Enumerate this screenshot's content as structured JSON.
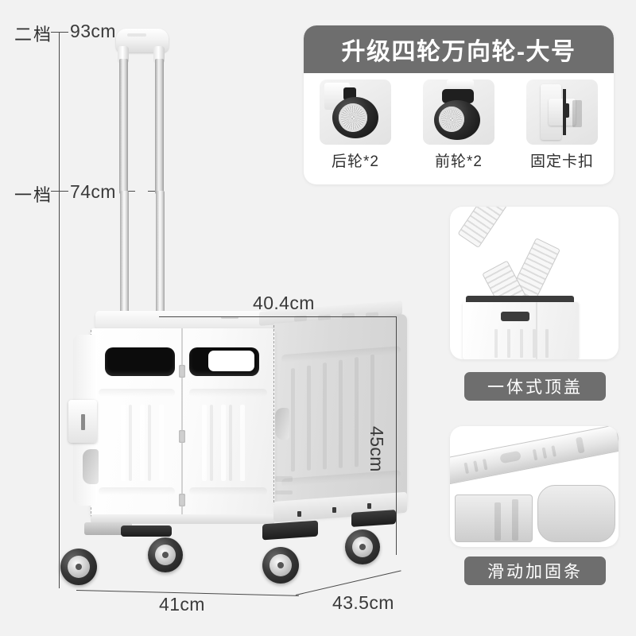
{
  "background_color": "#f2f2f2",
  "accent_color": "#6e6e6e",
  "dimensions": {
    "handle_stage_two_label": "二档",
    "handle_stage_two_value": "93cm",
    "handle_stage_one_label": "一档",
    "handle_stage_one_value": "74cm",
    "top_width": "40.4cm",
    "side_height": "45cm",
    "front_width": "41cm",
    "depth": "43.5cm"
  },
  "header": {
    "title": "升级四轮万向轮-大号",
    "thumbnails": [
      {
        "caption": "后轮*2",
        "icon": "rear-wheel-photo"
      },
      {
        "caption": "前轮*2",
        "icon": "front-wheel-photo"
      },
      {
        "caption": "固定卡扣",
        "icon": "fixing-buckle-photo"
      }
    ]
  },
  "feature_cards": [
    {
      "caption": "一体式顶盖",
      "icon": "integrated-lid-photo"
    },
    {
      "caption": "滑动加固条",
      "icon": "sliding-reinforcement-bar-photo"
    }
  ]
}
